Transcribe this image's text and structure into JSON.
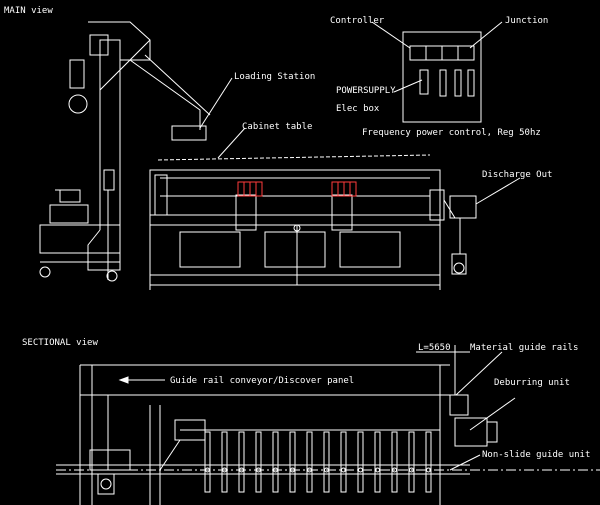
{
  "views": {
    "top_title": "MAIN view",
    "bottom_title": "SECTIONAL view"
  },
  "labels": {
    "unloading_station": "Loading Station",
    "cabinet_table": "Cabinet table",
    "controller": "Controller",
    "junction_box": "Junction",
    "power_supply": "POWERSUPPLY",
    "electric_box": "Elec box",
    "frequency_note": "Frequency power control, Reg 50hz",
    "discharge_outlet": "Discharge Out",
    "upper_rail_note": "Guide rail conveyor/Discover panel",
    "fixed_length": "L=5650",
    "material_guide": "Material guide rails",
    "deburring_unit": "Deburring unit",
    "bottom_guide": "Non-slide guide unit"
  },
  "colors": {
    "line": "#ffffff",
    "accent": "#ff3b3b",
    "background": "#000000"
  }
}
